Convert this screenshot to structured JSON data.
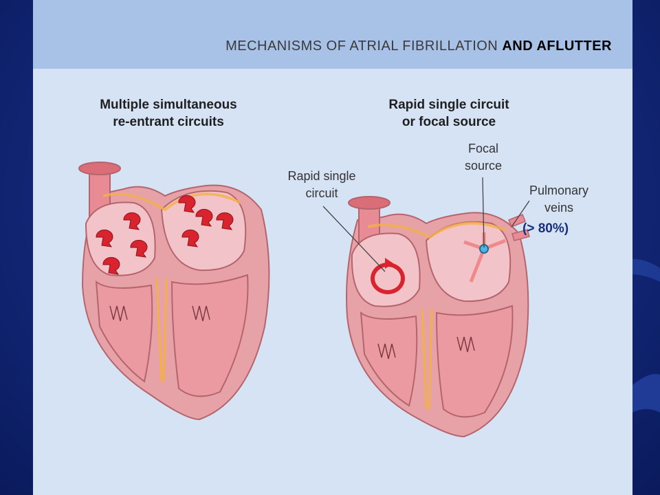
{
  "slide": {
    "title_part1": "MECHANISMS OF ATRIAL FIBRILLATION",
    "title_part2": "AND  AFLUTTER",
    "colors": {
      "panel": "#d6e3f4",
      "header": "#a8c1e6",
      "muscle": "#e7a2a8",
      "arrow": "#d9232e",
      "nerve": "#f2b04a"
    }
  },
  "left_diagram": {
    "caption_line1": "Multiple simultaneous",
    "caption_line2": "re-entrant circuits"
  },
  "right_diagram": {
    "caption_line1": "Rapid single circuit",
    "caption_line2": "or focal source",
    "label_circuit_line1": "Rapid single",
    "label_circuit_line2": "circuit",
    "label_focal_line1": "Focal",
    "label_focal_line2": "source",
    "label_veins_line1": "Pulmonary",
    "label_veins_line2": "veins",
    "veins_percentage": "(> 80%)"
  }
}
